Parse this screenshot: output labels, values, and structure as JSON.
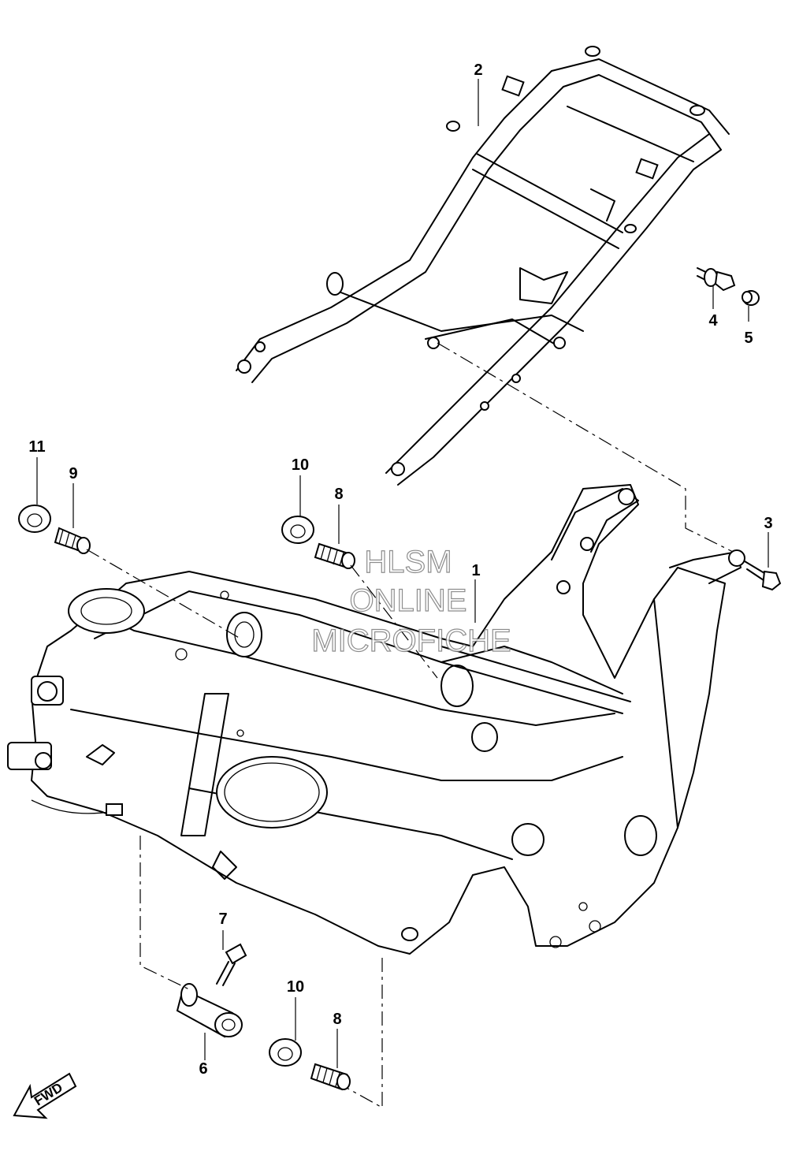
{
  "callouts": [
    {
      "id": "1",
      "text": "1"
    },
    {
      "id": "2",
      "text": "2"
    },
    {
      "id": "3",
      "text": "3"
    },
    {
      "id": "4",
      "text": "4"
    },
    {
      "id": "5",
      "text": "5"
    },
    {
      "id": "6",
      "text": "6"
    },
    {
      "id": "7",
      "text": "7"
    },
    {
      "id": "8a",
      "text": "8"
    },
    {
      "id": "8b",
      "text": "8"
    },
    {
      "id": "9",
      "text": "9"
    },
    {
      "id": "10a",
      "text": "10"
    },
    {
      "id": "10b",
      "text": "10"
    },
    {
      "id": "11",
      "text": "11"
    }
  ],
  "watermark": {
    "line1": "HLSM",
    "line2": "ONLINE",
    "line3": "MICROFICHE"
  },
  "direction_badge": {
    "text": "FWD"
  }
}
